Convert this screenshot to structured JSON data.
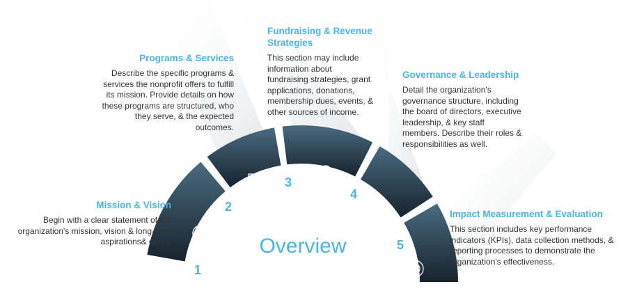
{
  "title": "Overview",
  "colors": {
    "accent": "#4cb4e0",
    "dark": "#1d2a35",
    "mid": "#3a5566"
  },
  "segments": [
    {
      "number": "1",
      "icon": "target-icon",
      "heading": "Mission & Vision",
      "text": [
        "Begin with a clear statement of the",
        "organization's mission, vision & long-term",
        "aspirations& goals."
      ]
    },
    {
      "number": "2",
      "icon": "presentation-board-icon",
      "heading": "Programs & Services",
      "text": [
        "Describe the specific programs &",
        "services the nonprofit offers to fulfill",
        "its mission. Provide details on how",
        "these programs are structured, who",
        "they serve, & the expected",
        "outcomes."
      ]
    },
    {
      "number": "3",
      "icon": "money-hands-icon",
      "heading": "Fundraising & Revenue Strategies",
      "heading_lines": [
        "Fundraising & Revenue",
        "Strategies"
      ],
      "text": [
        "This section may include",
        "information about",
        "fundraising strategies, grant",
        "applications, donations,",
        "membership dues, events, &",
        "other sources of income."
      ]
    },
    {
      "number": "4",
      "icon": "leadership-icon",
      "heading": "Governance & Leadership",
      "text": [
        "Detail the organization's",
        "governance structure, including",
        "the board of directors, executive",
        "leadership, & key staff",
        "members. Describe their roles &",
        "responsibilities as well."
      ]
    },
    {
      "number": "5",
      "icon": "radar-chart-icon",
      "heading": "Impact Measurement & Evaluation",
      "text": [
        "This section includes key performance",
        "indicators (KPIs), data collection methods, &",
        "reporting processes to demonstrate the",
        "organization's effectiveness."
      ]
    }
  ]
}
